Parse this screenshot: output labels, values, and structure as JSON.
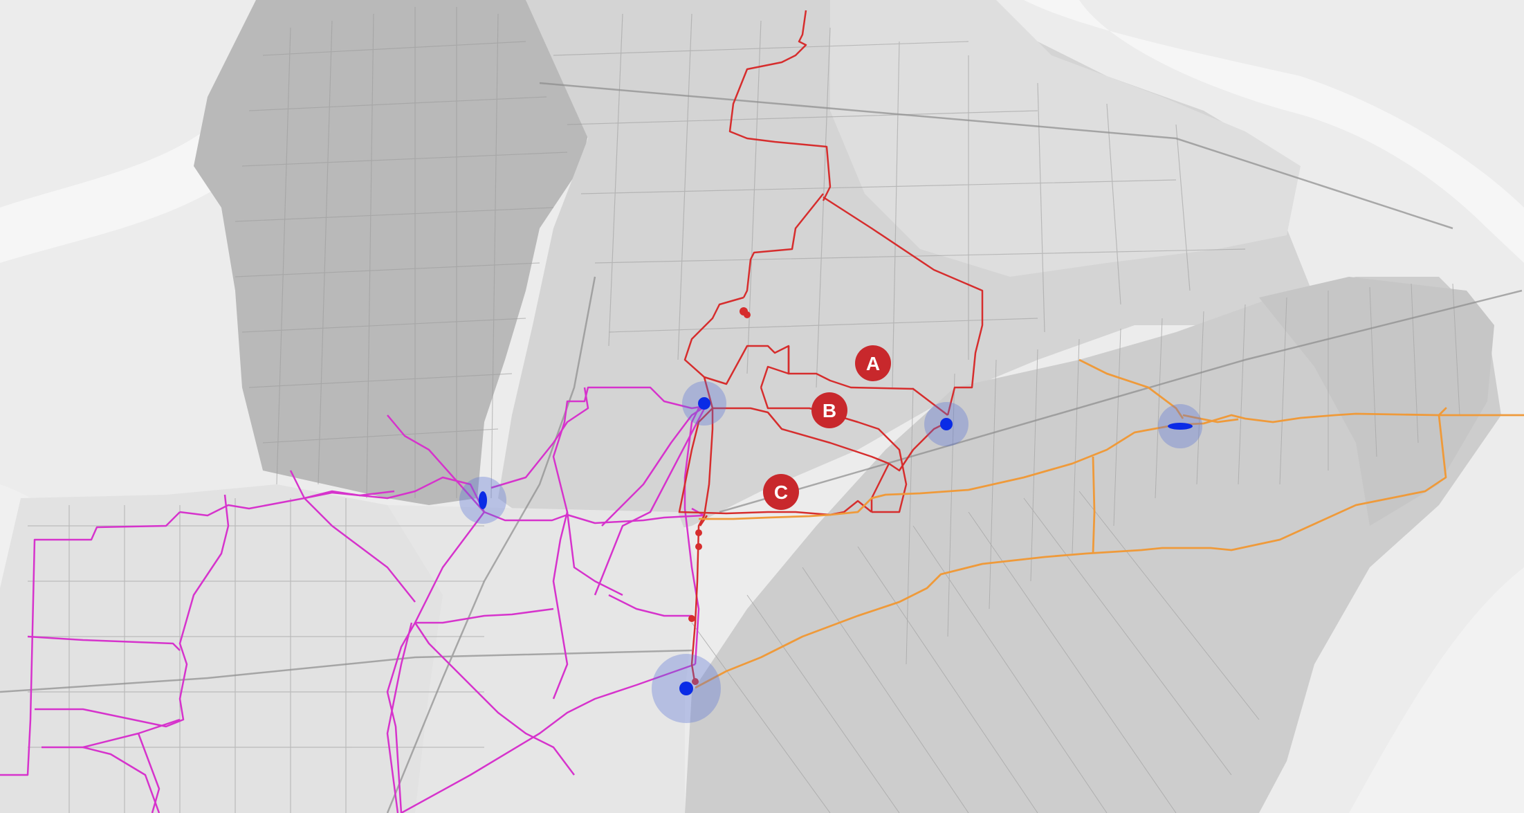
{
  "map": {
    "colors": {
      "background": "#ececec",
      "water": "#f6f6f6",
      "urban_dark": "#b9b9b9",
      "urban_mid": "#d4d4d4",
      "urban_light": "#e1e1e1",
      "polder": "#cdcdcd",
      "street": "#9a9a9a",
      "red_network": "#d62d2d",
      "magenta_network": "#d633cc",
      "orange_network": "#ef9a3a",
      "node_halo": "#5a74d8",
      "node_core": "#0a2be6",
      "marker_fill": "#c8282c",
      "marker_text": "#ffffff"
    },
    "markers": [
      {
        "id": "A",
        "label": "A"
      },
      {
        "id": "B",
        "label": "B"
      },
      {
        "id": "C",
        "label": "C"
      }
    ],
    "node_icons": [
      "network-node-icon",
      "network-node-icon",
      "network-node-icon",
      "network-node-icon",
      "network-node-icon",
      "network-node-icon"
    ]
  }
}
